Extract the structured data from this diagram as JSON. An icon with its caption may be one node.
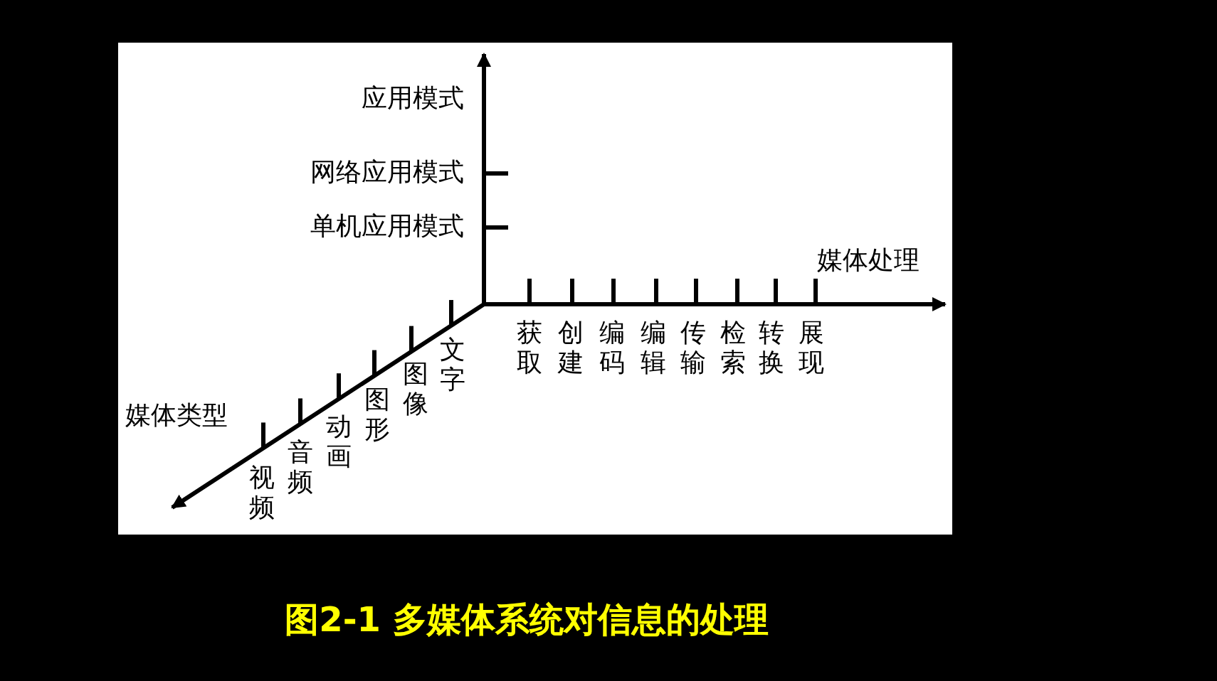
{
  "diagram": {
    "caption": "图2-1 多媒体系统对信息的处理",
    "labels": [
      "应用模式",
      "网络应用模式",
      "单机应用模式",
      "媒体处理",
      "获取",
      "创建",
      "编码",
      "编辑",
      "传输",
      "检索",
      "转换",
      "展现",
      "媒体类型",
      "文字",
      "图像",
      "图形",
      "动画",
      "音频",
      "视频"
    ]
  }
}
